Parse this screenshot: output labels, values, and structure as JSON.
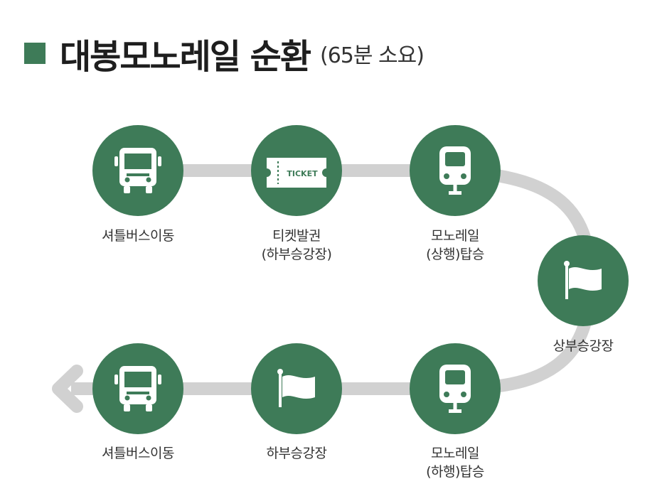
{
  "header": {
    "title": "대봉모노레일 순환",
    "subtitle": "(65분 소요)"
  },
  "colors": {
    "accent": "#3e7b58",
    "path": "#d1d1d1"
  },
  "steps": [
    {
      "icon": "bus-icon",
      "lines": [
        "셔틀버스이동"
      ]
    },
    {
      "icon": "ticket-icon",
      "icon_text": "TICKET",
      "lines": [
        "티켓발권",
        "(하부승강장)"
      ]
    },
    {
      "icon": "monorail-icon",
      "lines": [
        "모노레일",
        "(상행)탑승"
      ]
    },
    {
      "icon": "flag-icon",
      "lines": [
        "상부승강장"
      ]
    },
    {
      "icon": "monorail-icon",
      "lines": [
        "모노레일",
        "(하행)탑승"
      ]
    },
    {
      "icon": "flag-icon",
      "lines": [
        "하부승강장"
      ]
    },
    {
      "icon": "bus-icon",
      "lines": [
        "셔틀버스이동"
      ]
    }
  ]
}
